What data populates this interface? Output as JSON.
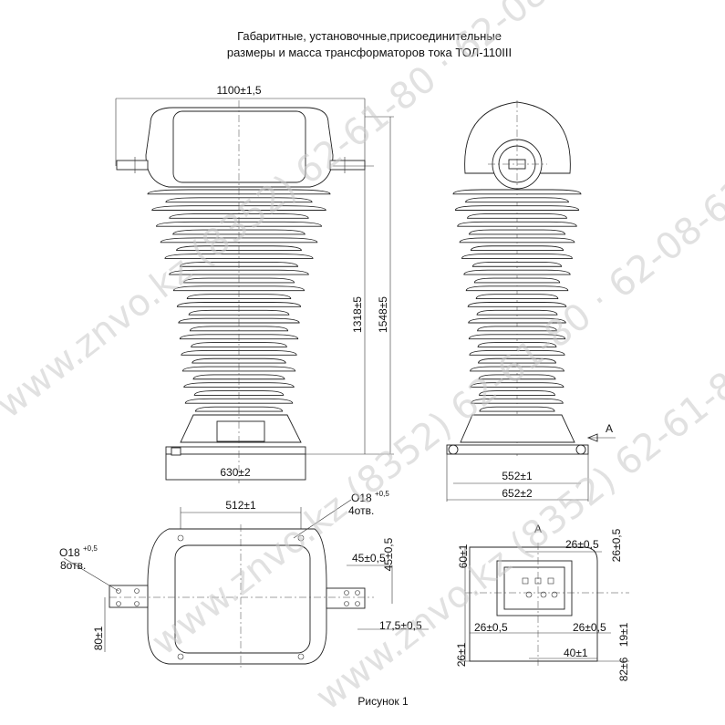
{
  "title": {
    "line1": "Габаритные, установочные,присоединительные",
    "line2": "размеры и масса трансформаторов тока ТОЛ-110III"
  },
  "dims": {
    "width_top": "1100±1,5",
    "h1318": "1318±5",
    "h1548": "1548±5",
    "base_630": "630±2",
    "base_552": "552±1",
    "base_652": "652±2",
    "d512": "512±1",
    "hole4_d": "О18",
    "hole4_tol": "+0,5",
    "hole4_n": "4отв.",
    "hole8_d": "О18",
    "hole8_tol": "+0,5",
    "hole8_n": "8отв.",
    "d45a": "45±0,5",
    "d45b": "45±0,5",
    "d17_5": "17,5±0,5",
    "d80": "80±1",
    "d60": "60±1",
    "d26t": "26±0,5",
    "d26r": "26±0,5",
    "d26l": "26±0,5",
    "d26m": "26±0,5",
    "d26v": "26±1",
    "d40": "40±1",
    "d19": "19±1",
    "d82": "82±6"
  },
  "view_a_label": "A",
  "view_a_arrow": "A",
  "caption": "Рисунок 1",
  "watermark": "www.znvo.kz (8352) 62-61-80 · 62-08-63"
}
